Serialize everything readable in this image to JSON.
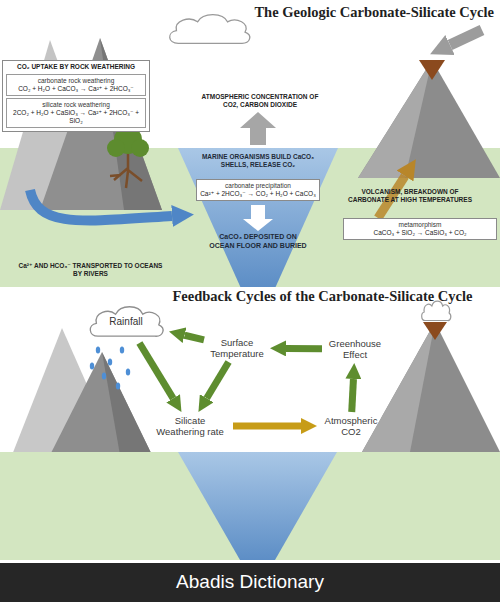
{
  "diagram": {
    "title": "The Geologic Carbonate-Silicate Cycle",
    "nodes": [
      {
        "text": [
          "CO₂ UPTAKE BY ROCK WEATHERING"
        ]
      },
      {
        "text": [
          "carbonate rock weathering",
          "CO₂ + H₂O + CaCO₃ → Ca²⁺ + 2HCO₃⁻"
        ],
        "in": 0
      },
      {
        "text": [
          "silicate rock weathering",
          "2CO₂ + H₂O + CaSiO₃ → Ca²⁺ + 2HCO₃⁻ + SiO₂"
        ],
        "in": 0
      },
      {
        "text": [
          "MARINE ORGANISMS BUILD CaCO₃ SHELLS, RELEASE CO₂",
          "CaCO₃ DEPOSITED ON OCEAN FLOOR AND BURIED"
        ]
      },
      {
        "text": [
          "carbonate precipitation",
          "Ca²⁺ + 2HCO₃⁻ → CO₂ + H₂O + CaCO₃"
        ],
        "in": 3
      },
      {
        "text": [
          "metamorphism",
          "CaCO₃ + SiO₂ → CaSiO₃ + CO₂"
        ]
      },
      {
        "text": [
          "Rainfall"
        ]
      },
      {
        "text": [
          "Surface Temperature"
        ]
      },
      {
        "text": [
          "Greenhouse Effect"
        ]
      },
      {
        "text": [
          "Silicate Weathering rate"
        ]
      },
      {
        "text": [
          "Atmospheric CO2"
        ]
      }
    ],
    "edges": [
      {
        "from": 8,
        "to": 7,
        "arrow": "to"
      },
      {
        "from": 7,
        "to": 6,
        "arrow": "to"
      },
      {
        "from": 7,
        "to": 9,
        "arrow": "to"
      },
      {
        "from": 6,
        "to": 9,
        "arrow": "to"
      },
      {
        "from": 9,
        "to": 10,
        "arrow": "to"
      },
      {
        "from": 10,
        "to": 8,
        "arrow": "to"
      }
    ],
    "labels": [
      "ATMOSPHERIC CONCENTRATION OF CO2, CARBON DIOXIDE",
      "Ca²⁺ AND HCO₃⁻ TRANSPORTED TO OCEANS BY RIVERS",
      "VOLCANISM, BREAKDOWN OF CARBONATE AT HIGH TEMPERATURES",
      "Feedback Cycles of the Carbonate-Silicate Cycle",
      "Abadis Dictionary"
    ]
  }
}
